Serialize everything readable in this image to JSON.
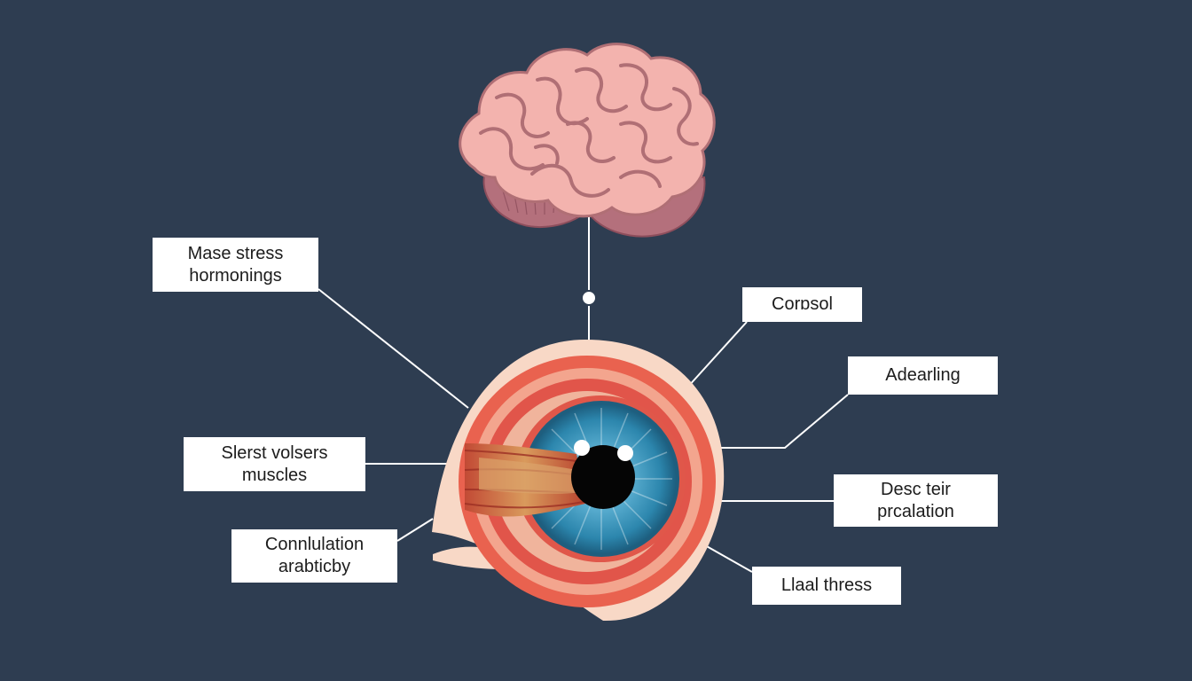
{
  "diagram": {
    "labels": {
      "mase_stress": [
        "Mase stress",
        "hormonings"
      ],
      "cortisol": [
        "Corɒsol"
      ],
      "adearling": [
        "Adearling"
      ],
      "slerst_volsers": [
        "Slerst volsers",
        "muscles"
      ],
      "desc_teir": [
        "Desc teir",
        "prcalation"
      ],
      "connlulation": [
        "Connlulation",
        "arabticby"
      ],
      "llaal_thress": [
        "Llaal thress"
      ]
    }
  },
  "colors": {
    "background": "#2e3d51",
    "brain": "#f1b0ac",
    "brain_outline": "#b06f75",
    "iris": "#2f8fb3",
    "eye_rim": "#e0574a",
    "sclera": "#f8d8c6",
    "connector": "#ffffff"
  },
  "icons": [
    "brain-icon",
    "eye-icon"
  ]
}
